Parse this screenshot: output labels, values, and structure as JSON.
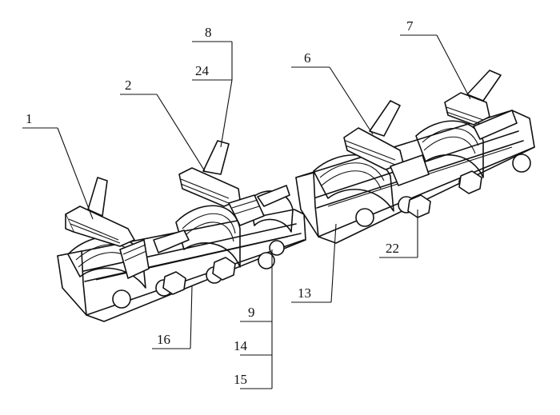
{
  "figure": {
    "labels": {
      "l1": "1",
      "l2": "2",
      "l6": "6",
      "l7": "7",
      "l8": "8",
      "l24": "24",
      "l9": "9",
      "l14": "14",
      "l15": "15",
      "l13": "13",
      "l16": "16",
      "l22": "22"
    },
    "line_color": "#111111",
    "background": "#ffffff"
  }
}
